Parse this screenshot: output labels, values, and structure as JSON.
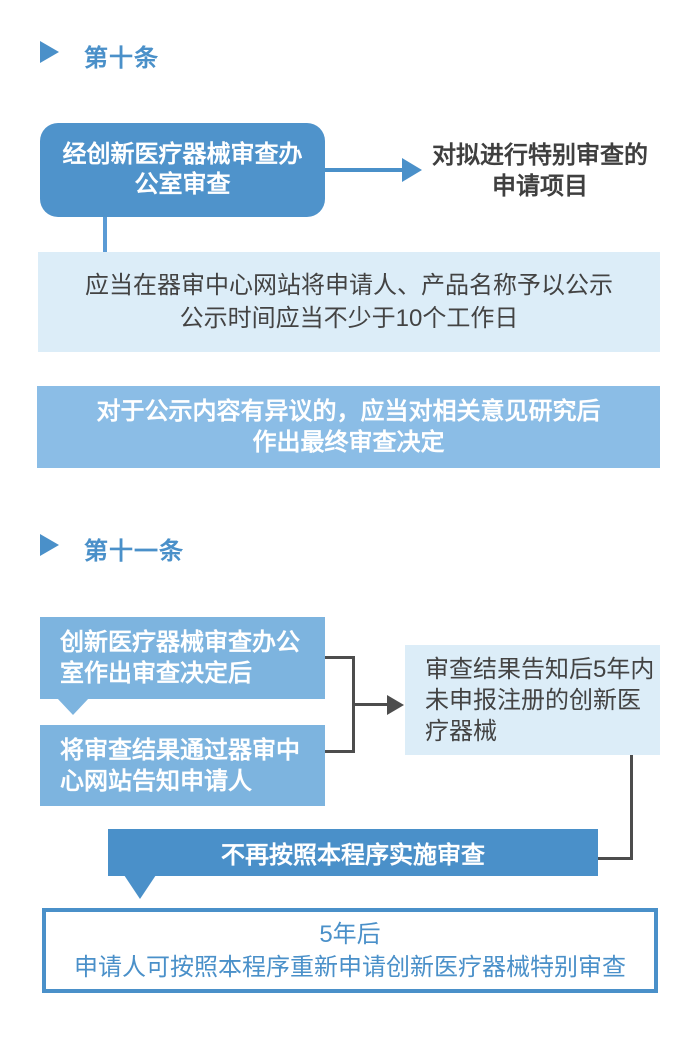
{
  "colors": {
    "primary_blue": "#4a90c9",
    "rounded_box_blue": "#4f93cb",
    "light_box_blue": "#7db4df",
    "medium_box_blue": "#8bbde6",
    "pale_box_blue": "#dcedf8",
    "dark_text": "#3f3f3f",
    "connector_gray": "#4d4d4d",
    "white_text": "#ffffff"
  },
  "article10": {
    "heading": "第十条",
    "source_box": {
      "line1": "经创新医疗器械审查办",
      "line2": "公室审查"
    },
    "target_text": {
      "line1": "对拟进行特别审查的",
      "line2": "申请项目"
    },
    "publicity_box": {
      "line1": "应当在器审中心网站将申请人、产品名称予以公示",
      "line2": "公示时间应当不少于10个工作日"
    },
    "objection_box": {
      "line1": "对于公示内容有异议的，应当对相关意见研究后",
      "line2": "作出最终审查决定"
    }
  },
  "article11": {
    "heading": "第十一条",
    "decision_box": {
      "line1": "创新医疗器械审查办公",
      "line2": "室作出审查决定后"
    },
    "notify_box": {
      "line1": "将审查结果通过器审中",
      "line2": "心网站告知申请人"
    },
    "result_box": {
      "line1": "审查结果告知后5年内",
      "line2": "未申报注册的创新医",
      "line3": "疗器械"
    },
    "no_review_box": {
      "label": "不再按照本程序实施审查"
    },
    "reapply_box": {
      "line1": "5年后",
      "line2": "申请人可按照本程序重新申请创新医疗器械特别审查"
    }
  }
}
